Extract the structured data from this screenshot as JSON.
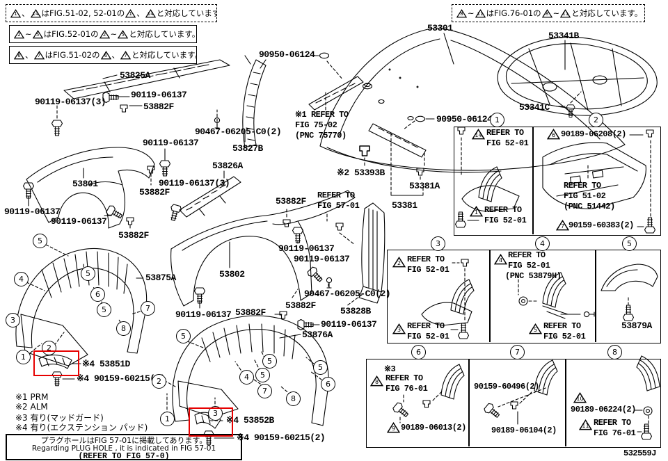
{
  "doc_code": "532559J",
  "colors": {
    "line": "#000000",
    "highlight": "#e60000"
  },
  "legends": {
    "box1": {
      "t1": "1",
      "t2": "14",
      "sep": "、",
      "mid": "はFIG.51-02, 52-01の",
      "tail": "と対応しています。"
    },
    "box2": {
      "t1": "2",
      "t2": "5",
      "sep": "~",
      "mid": "はFIG.52-01の",
      "tail": "と対応しています。"
    },
    "box3": {
      "t1": "6",
      "t2": "7",
      "sep": "、",
      "mid": "はFIG.51-02の",
      "tail": "と対応しています。"
    },
    "box4": {
      "t1": "8",
      "t2": "11",
      "sep": "~",
      "mid": "はFIG.76-01の",
      "tail": "と対応しています。"
    }
  },
  "labels": {
    "p53825a": "53825A",
    "p53301": "53301",
    "p53341b": "53341B",
    "p53341c": "53341C",
    "p90950": "90950-06124",
    "p53801": "53801",
    "p53802": "53802",
    "p53826a": "53826A",
    "p53827b": "53827B",
    "p53828b": "53828B",
    "p53882f": "53882F",
    "p90119": "90119-06137",
    "p90119x3": "90119-06137(3)",
    "p90467": "90467-06205-C0(2)",
    "p53381": "53381",
    "p53381a": "53381A",
    "p53393b": "※2 53393B",
    "p53875a": "53875A",
    "p53876a": "53876A",
    "p53879a": "53879A",
    "p53851d": "※4 53851D",
    "p53852b": "※4 53852B",
    "p60215": "※4 90159-60215(2)",
    "p90189_06208": "90189-06208(2)",
    "p90159_60383": "90159-60383(2)",
    "p90189_06013": "90189-06013(2)",
    "p90159_60496": "90159-60496(2)",
    "p90189_06104": "90189-06104(2)",
    "p90189_06224": "90189-06224(2)",
    "note3": "※3"
  },
  "refs": {
    "fig7502": [
      "※1 REFER TO",
      "FIG 75-02",
      "(PNC 75770)"
    ],
    "fig5701": [
      "REFER TO",
      "FIG 57-01"
    ],
    "fig5201": [
      "REFER TO",
      "FIG 52-01"
    ],
    "fig5102": [
      "REFER TO",
      "FIG 51-02",
      "(PNC 51442)"
    ],
    "fig7601": [
      "REFER TO",
      "FIG 76-01"
    ],
    "pnc53879": "(PNC 53879H)"
  },
  "grid": {
    "c1": {
      "n": "1",
      "ta": "14",
      "tb": "1"
    },
    "c2": {
      "n": "2",
      "ta": "6",
      "tb": "7"
    },
    "c3": {
      "n": "3",
      "ta": "2",
      "tb": "3"
    },
    "c4": {
      "n": "4",
      "ta": "4",
      "tb": "5"
    },
    "c5": {
      "n": "5"
    },
    "c6": {
      "n": "6",
      "ta": "8",
      "tb": "9"
    },
    "c7": {
      "n": "7"
    },
    "c8": {
      "n": "8",
      "ta": "10",
      "tb": "11"
    }
  },
  "callouts": {
    "c1": "1",
    "c2": "2",
    "c3": "3",
    "c4": "4",
    "c5": "5",
    "c6": "6",
    "c7": "7",
    "c8": "8"
  },
  "notes": [
    "※1 PRM",
    "※2 ALM",
    "※3 有り(マッドガード)",
    "※4 有り(エクステンション パッド)"
  ],
  "plug_note": {
    "jp": "プラグホールはFIG 57-01に掲載してあります。",
    "en": "Regarding PLUG HOLE , it is indicated in FIG 57-01",
    "ref": "(REFER TO FIG 57-0)"
  }
}
